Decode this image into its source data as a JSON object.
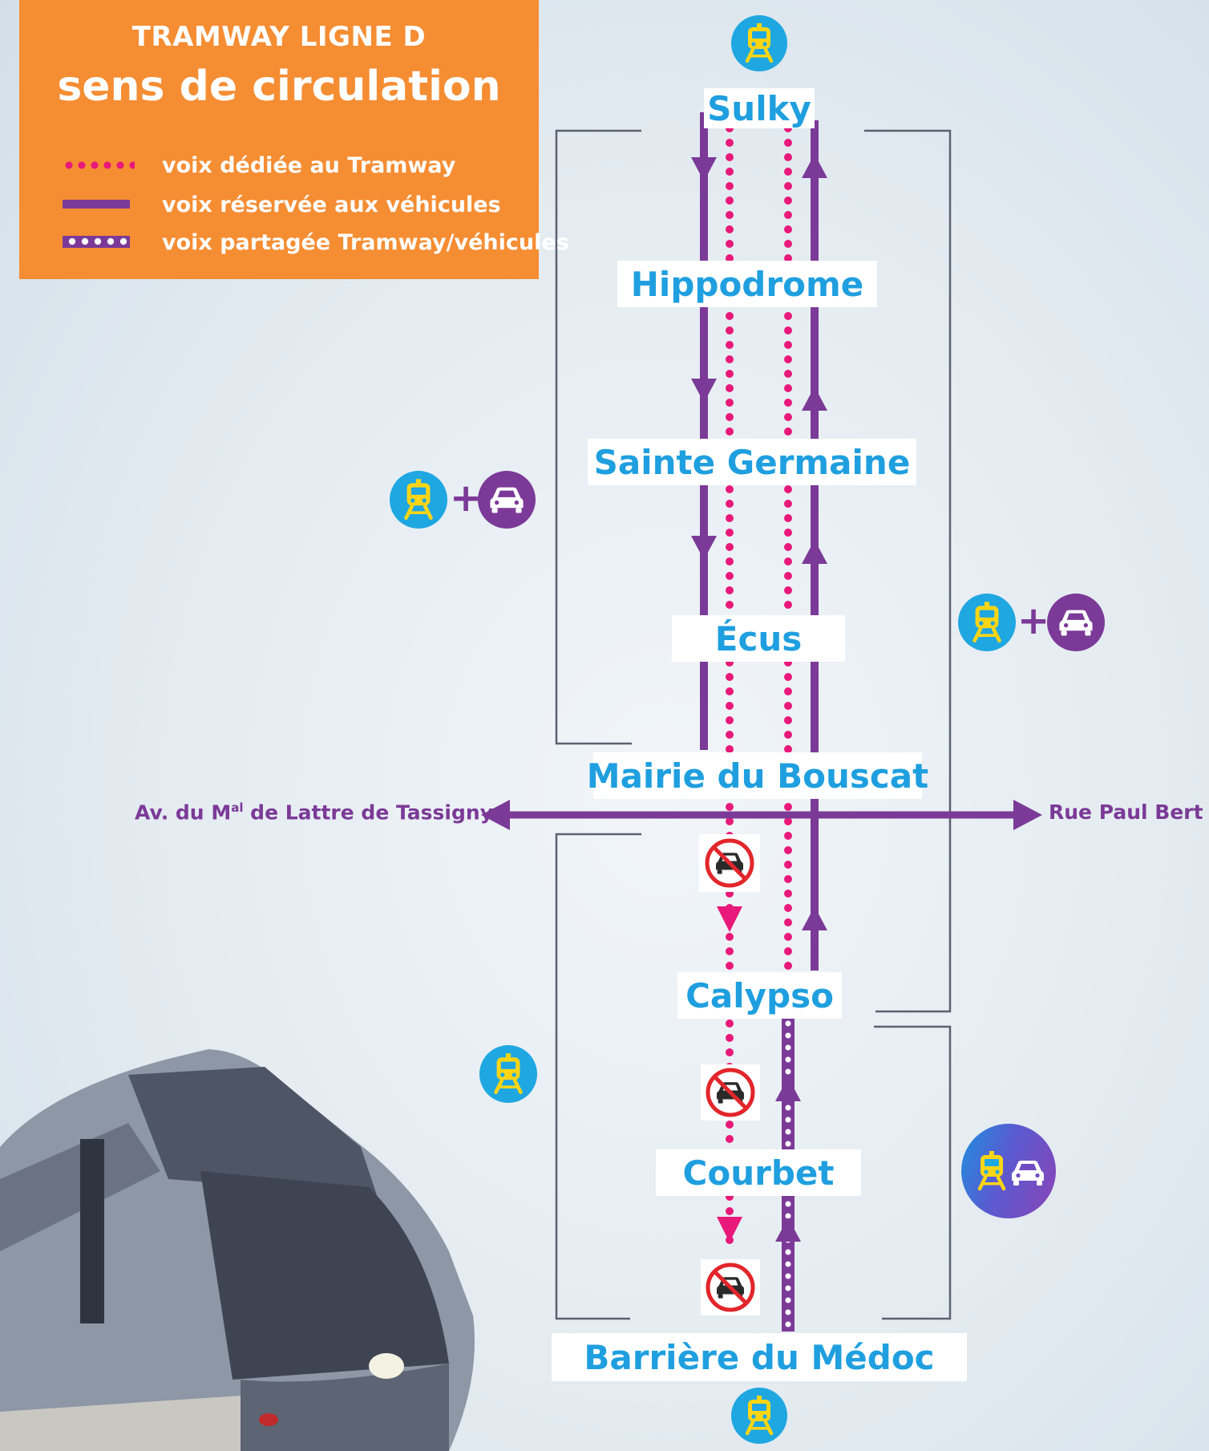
{
  "legend": {
    "title": "TRAMWAY LIGNE D",
    "subtitle": "sens de circulation",
    "items": [
      "voix dédiée au Tramway",
      "voix réservée aux véhicules",
      "voix partagée Tramway/véhicules"
    ]
  },
  "stations": [
    "Sulky",
    "Hippodrome",
    "Sainte Germaine",
    "Écus",
    "Mairie du Bouscat",
    "Calypso",
    "Courbet",
    "Barrière du Médoc"
  ],
  "cross_street": {
    "left": {
      "prefix": "Av. du M",
      "sup": "al",
      "suffix": " de Lattre de Tassigny"
    },
    "right": "Rue Paul Bert"
  },
  "colors": {
    "legend_bg": "#f58d33",
    "station_text": "#1f9fdf",
    "vehicle_lane": "#7b3a97",
    "tram_lane": "#e8197a",
    "tram_icon": "#1fa7e1",
    "tram_icon_glyph": "#ffd515",
    "no_car_ring": "#e2262b"
  },
  "icons": [
    "tram-icon",
    "car-icon",
    "tram-and-car-icon",
    "no-car-icon"
  ]
}
